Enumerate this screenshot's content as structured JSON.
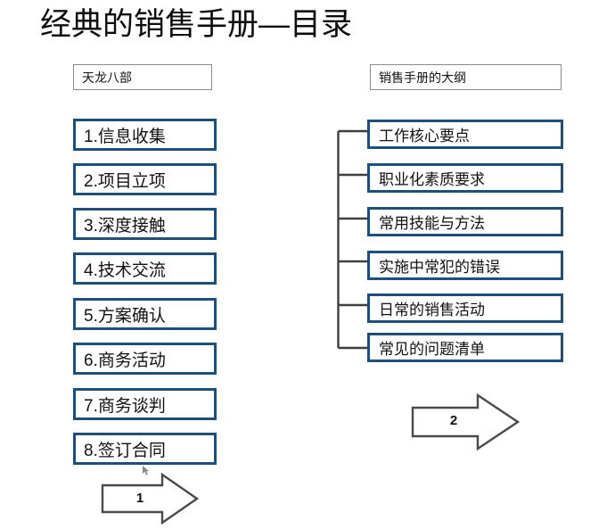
{
  "page": {
    "title": "经典的销售手册—目录",
    "background_color": "#ffffff",
    "accent_color": "#1f4e79",
    "header_border_color": "#8a8a8a"
  },
  "left_column": {
    "header": "天龙八部",
    "items": [
      {
        "label": "1.信息收集"
      },
      {
        "label": "2.项目立项"
      },
      {
        "label": "3.深度接触"
      },
      {
        "label": "4.技术交流"
      },
      {
        "label": "5.方案确认"
      },
      {
        "label": "6.商务活动"
      },
      {
        "label": "7.商务谈判"
      },
      {
        "label": "8.签订合同"
      }
    ],
    "arrow": {
      "label": "1"
    }
  },
  "right_column": {
    "header": "销售手册的大纲",
    "items": [
      {
        "label": "工作核心要点"
      },
      {
        "label": "职业化素质要求"
      },
      {
        "label": "常用技能与方法"
      },
      {
        "label": "实施中常犯的错误"
      },
      {
        "label": "日常的销售活动"
      },
      {
        "label": "常见的问题清单"
      }
    ],
    "arrow": {
      "label": "2"
    }
  }
}
